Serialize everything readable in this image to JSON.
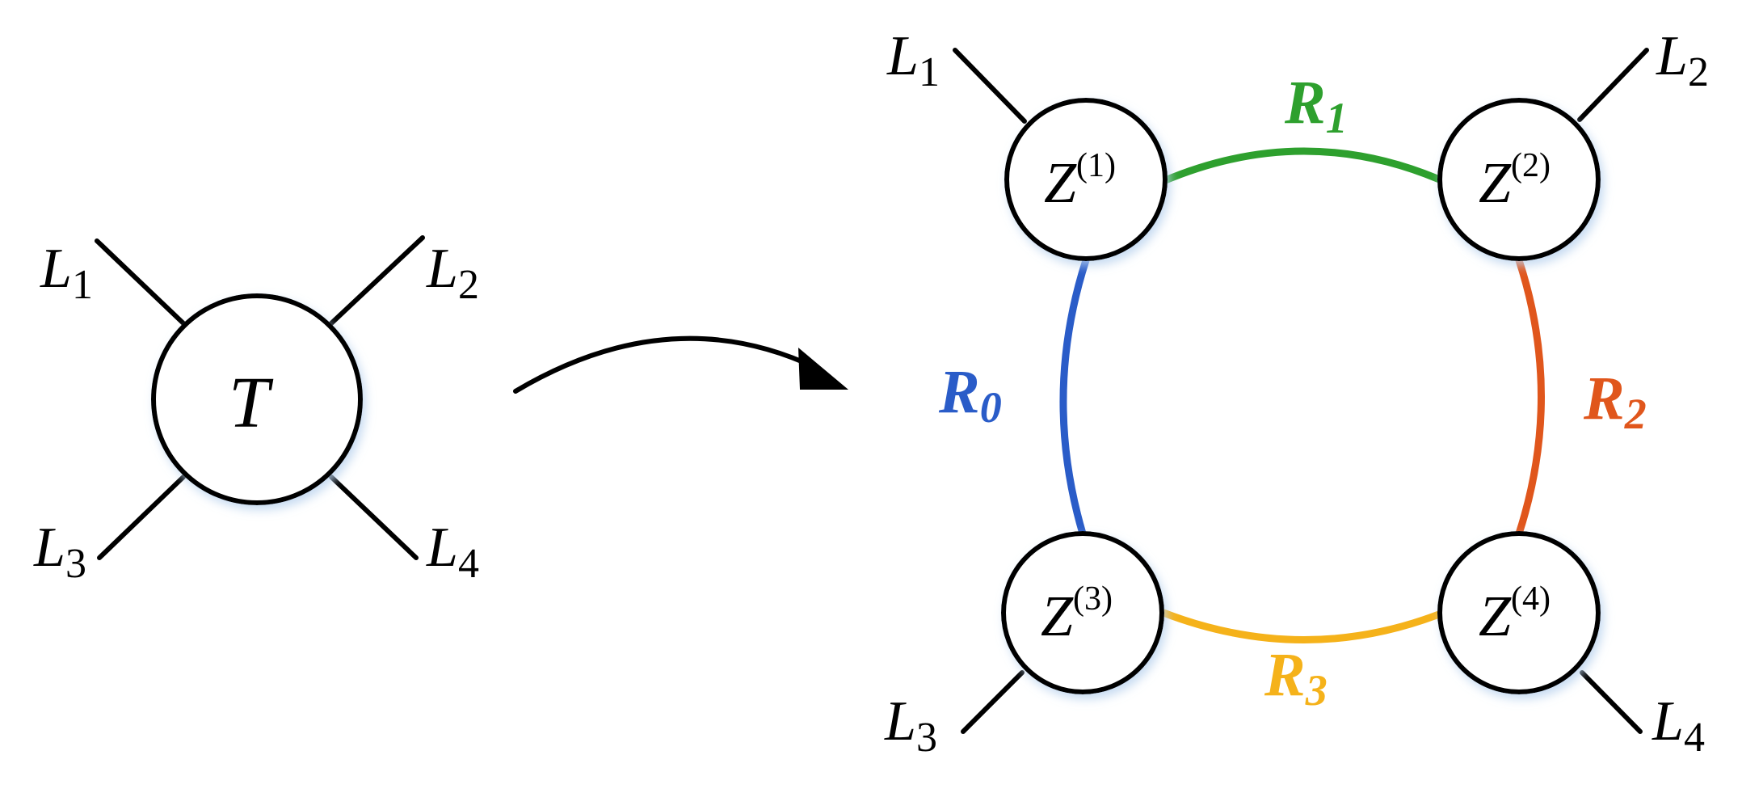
{
  "left_tensor": {
    "symbol": "T",
    "legs": [
      {
        "base": "L",
        "sub": "1"
      },
      {
        "base": "L",
        "sub": "2"
      },
      {
        "base": "L",
        "sub": "3"
      },
      {
        "base": "L",
        "sub": "4"
      }
    ]
  },
  "ring": {
    "nodes": [
      {
        "base": "Z",
        "sup": "(1)",
        "leg": {
          "base": "L",
          "sub": "1"
        }
      },
      {
        "base": "Z",
        "sup": "(2)",
        "leg": {
          "base": "L",
          "sub": "2"
        }
      },
      {
        "base": "Z",
        "sup": "(3)",
        "leg": {
          "base": "L",
          "sub": "3"
        }
      },
      {
        "base": "Z",
        "sup": "(4)",
        "leg": {
          "base": "L",
          "sub": "4"
        }
      }
    ],
    "bonds": [
      {
        "base": "R",
        "sub": "0",
        "color": "#2a5cc8"
      },
      {
        "base": "R",
        "sub": "1",
        "color": "#2ea02e"
      },
      {
        "base": "R",
        "sub": "2",
        "color": "#e0561c"
      },
      {
        "base": "R",
        "sub": "3",
        "color": "#f5b21a"
      }
    ]
  },
  "colors": {
    "stroke": "#000000",
    "shadow": "#cfe0f2"
  }
}
